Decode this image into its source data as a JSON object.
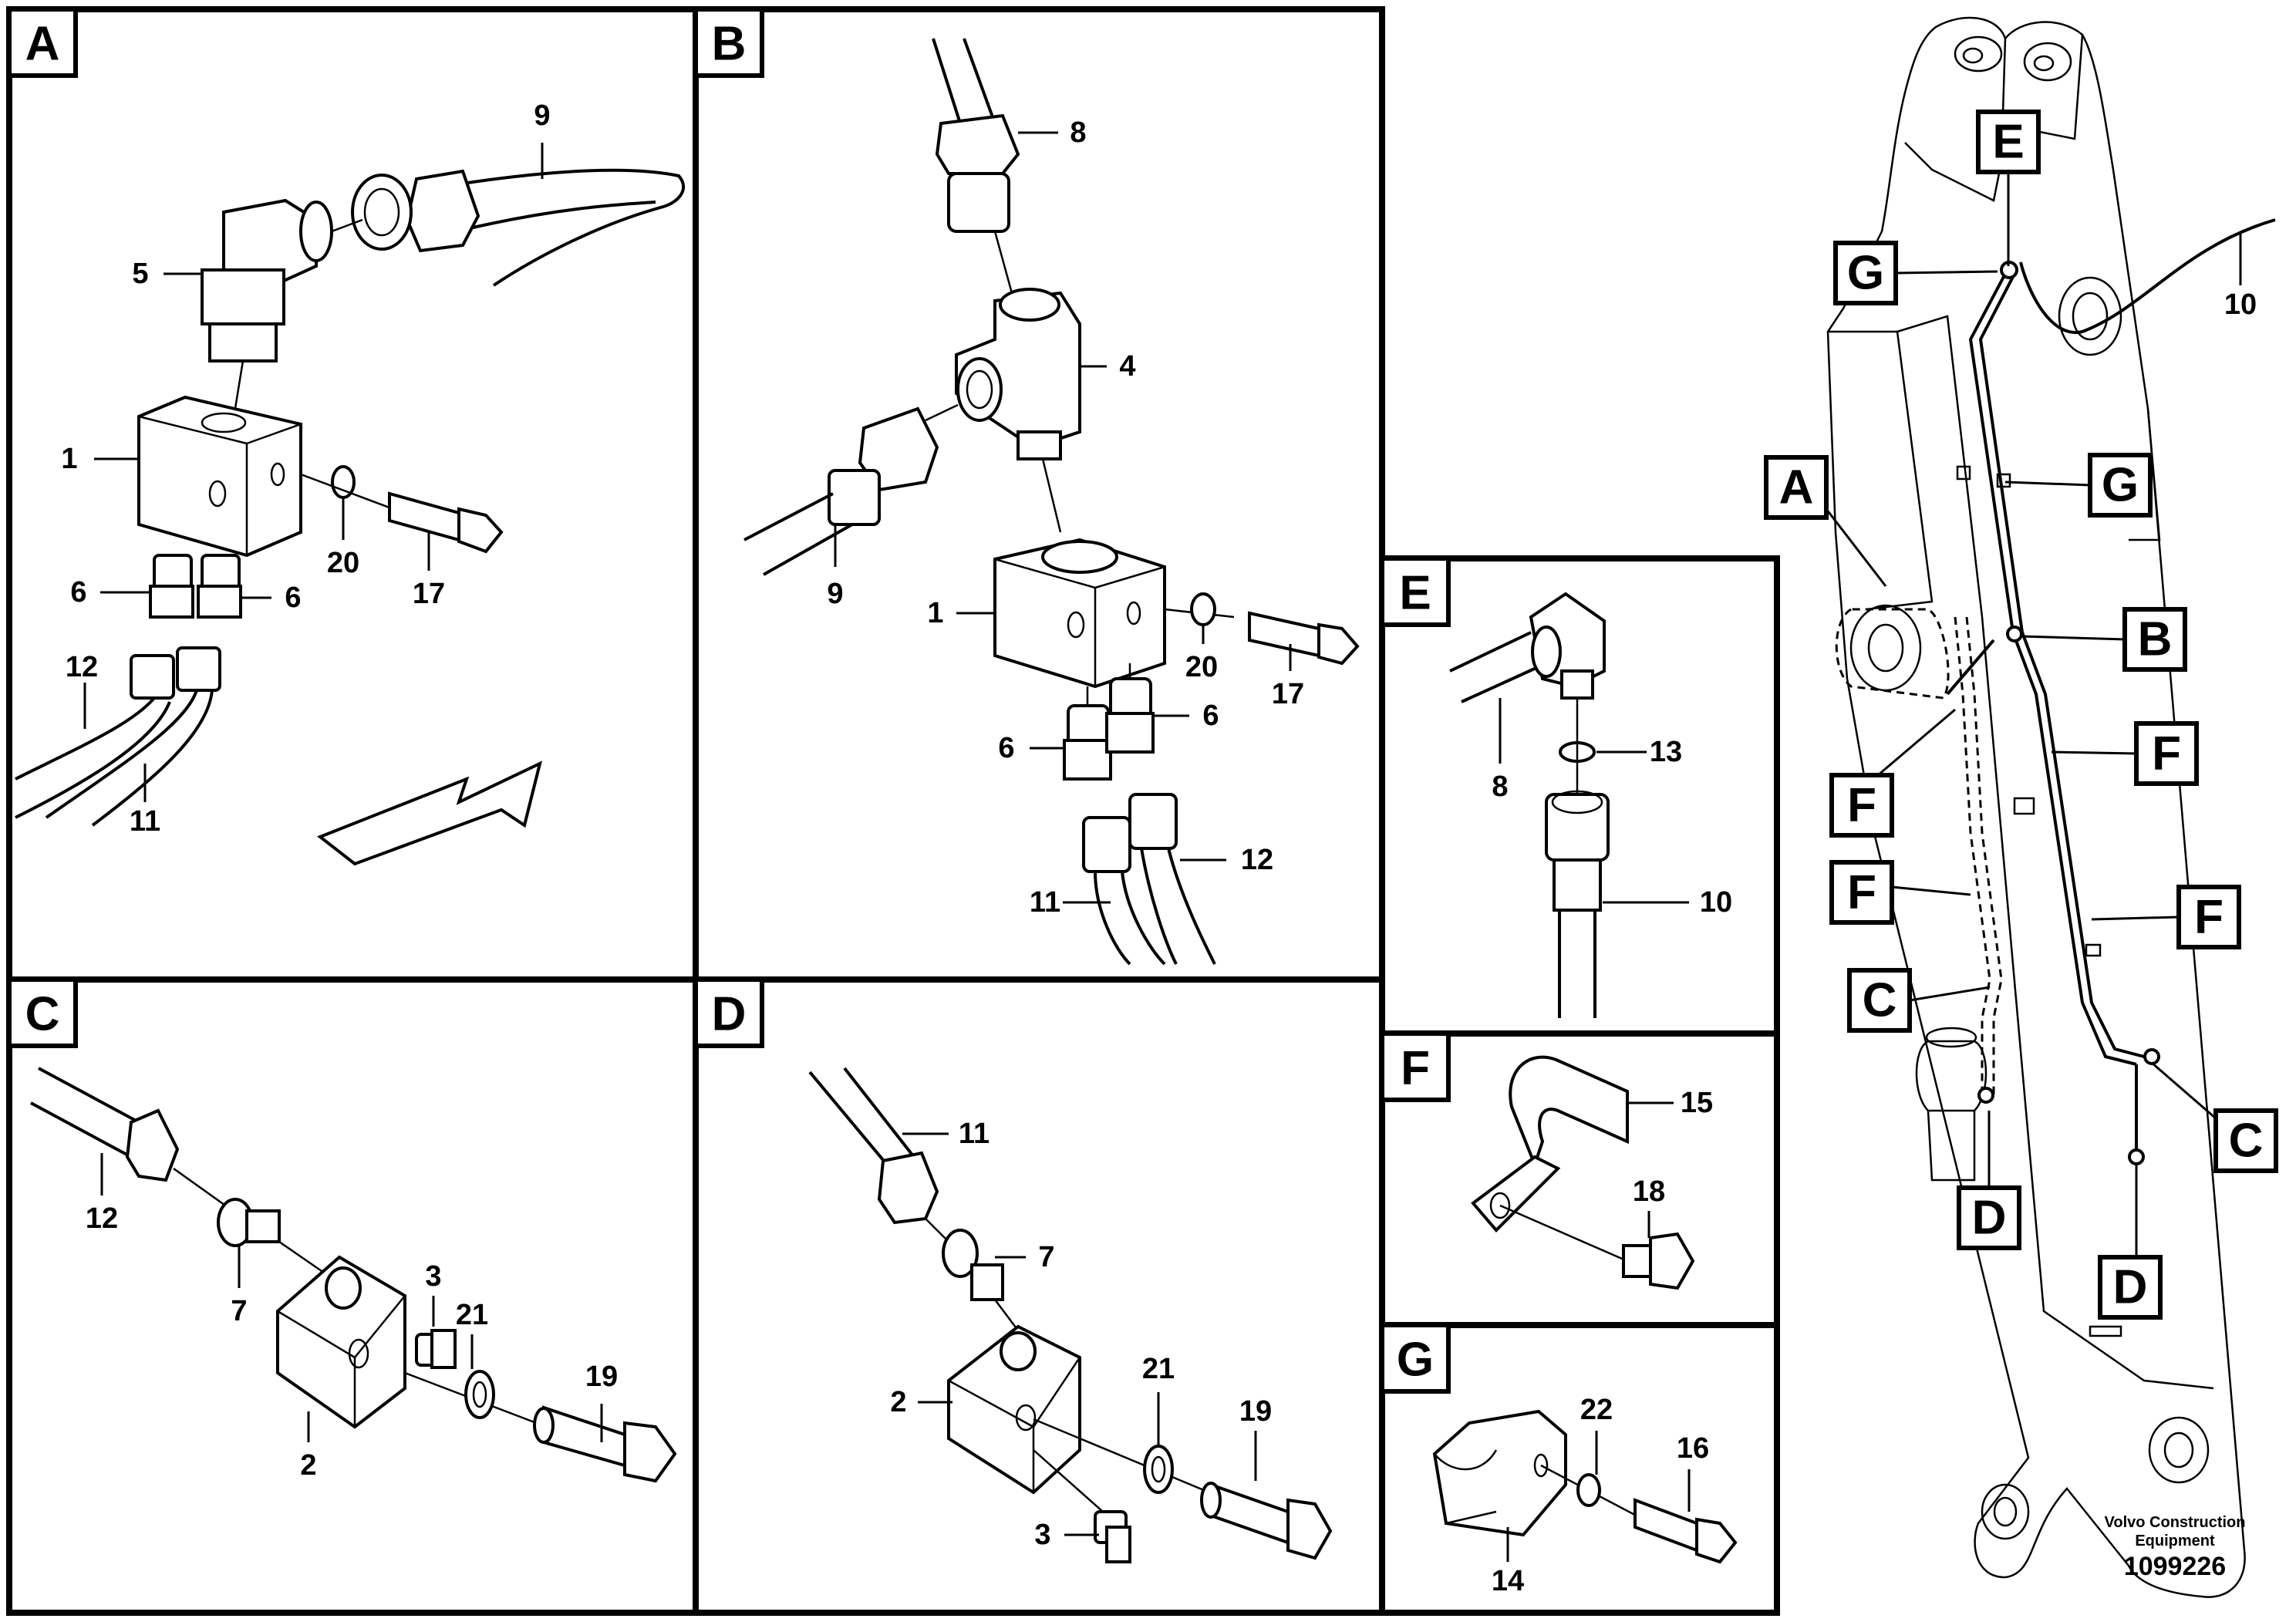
{
  "panels": [
    {
      "id": "A",
      "label": "A"
    },
    {
      "id": "B",
      "label": "B"
    },
    {
      "id": "C",
      "label": "C"
    },
    {
      "id": "D",
      "label": "D"
    },
    {
      "id": "E",
      "label": "E"
    },
    {
      "id": "F",
      "label": "F"
    },
    {
      "id": "G",
      "label": "G"
    }
  ],
  "parts": {
    "A": [
      "9",
      "5",
      "1",
      "20",
      "17",
      "6",
      "6",
      "12",
      "11"
    ],
    "B": [
      "8",
      "4",
      "9",
      "1",
      "20",
      "17",
      "6",
      "6",
      "11",
      "12"
    ],
    "C": [
      "12",
      "7",
      "3",
      "21",
      "19",
      "2"
    ],
    "D": [
      "11",
      "7",
      "2",
      "21",
      "19",
      "3"
    ],
    "E": [
      "8",
      "13",
      "10"
    ],
    "F": [
      "15",
      "18"
    ],
    "G": [
      "22",
      "16",
      "14"
    ]
  },
  "overview": {
    "callouts": [
      "E",
      "G",
      "10",
      "G",
      "A",
      "B",
      "F",
      "F",
      "F",
      "F",
      "C",
      "C",
      "D",
      "D"
    ]
  },
  "footer": {
    "brand_line1": "Volvo Construction",
    "brand_line2": "Equipment",
    "drawing_number": "1099226"
  }
}
